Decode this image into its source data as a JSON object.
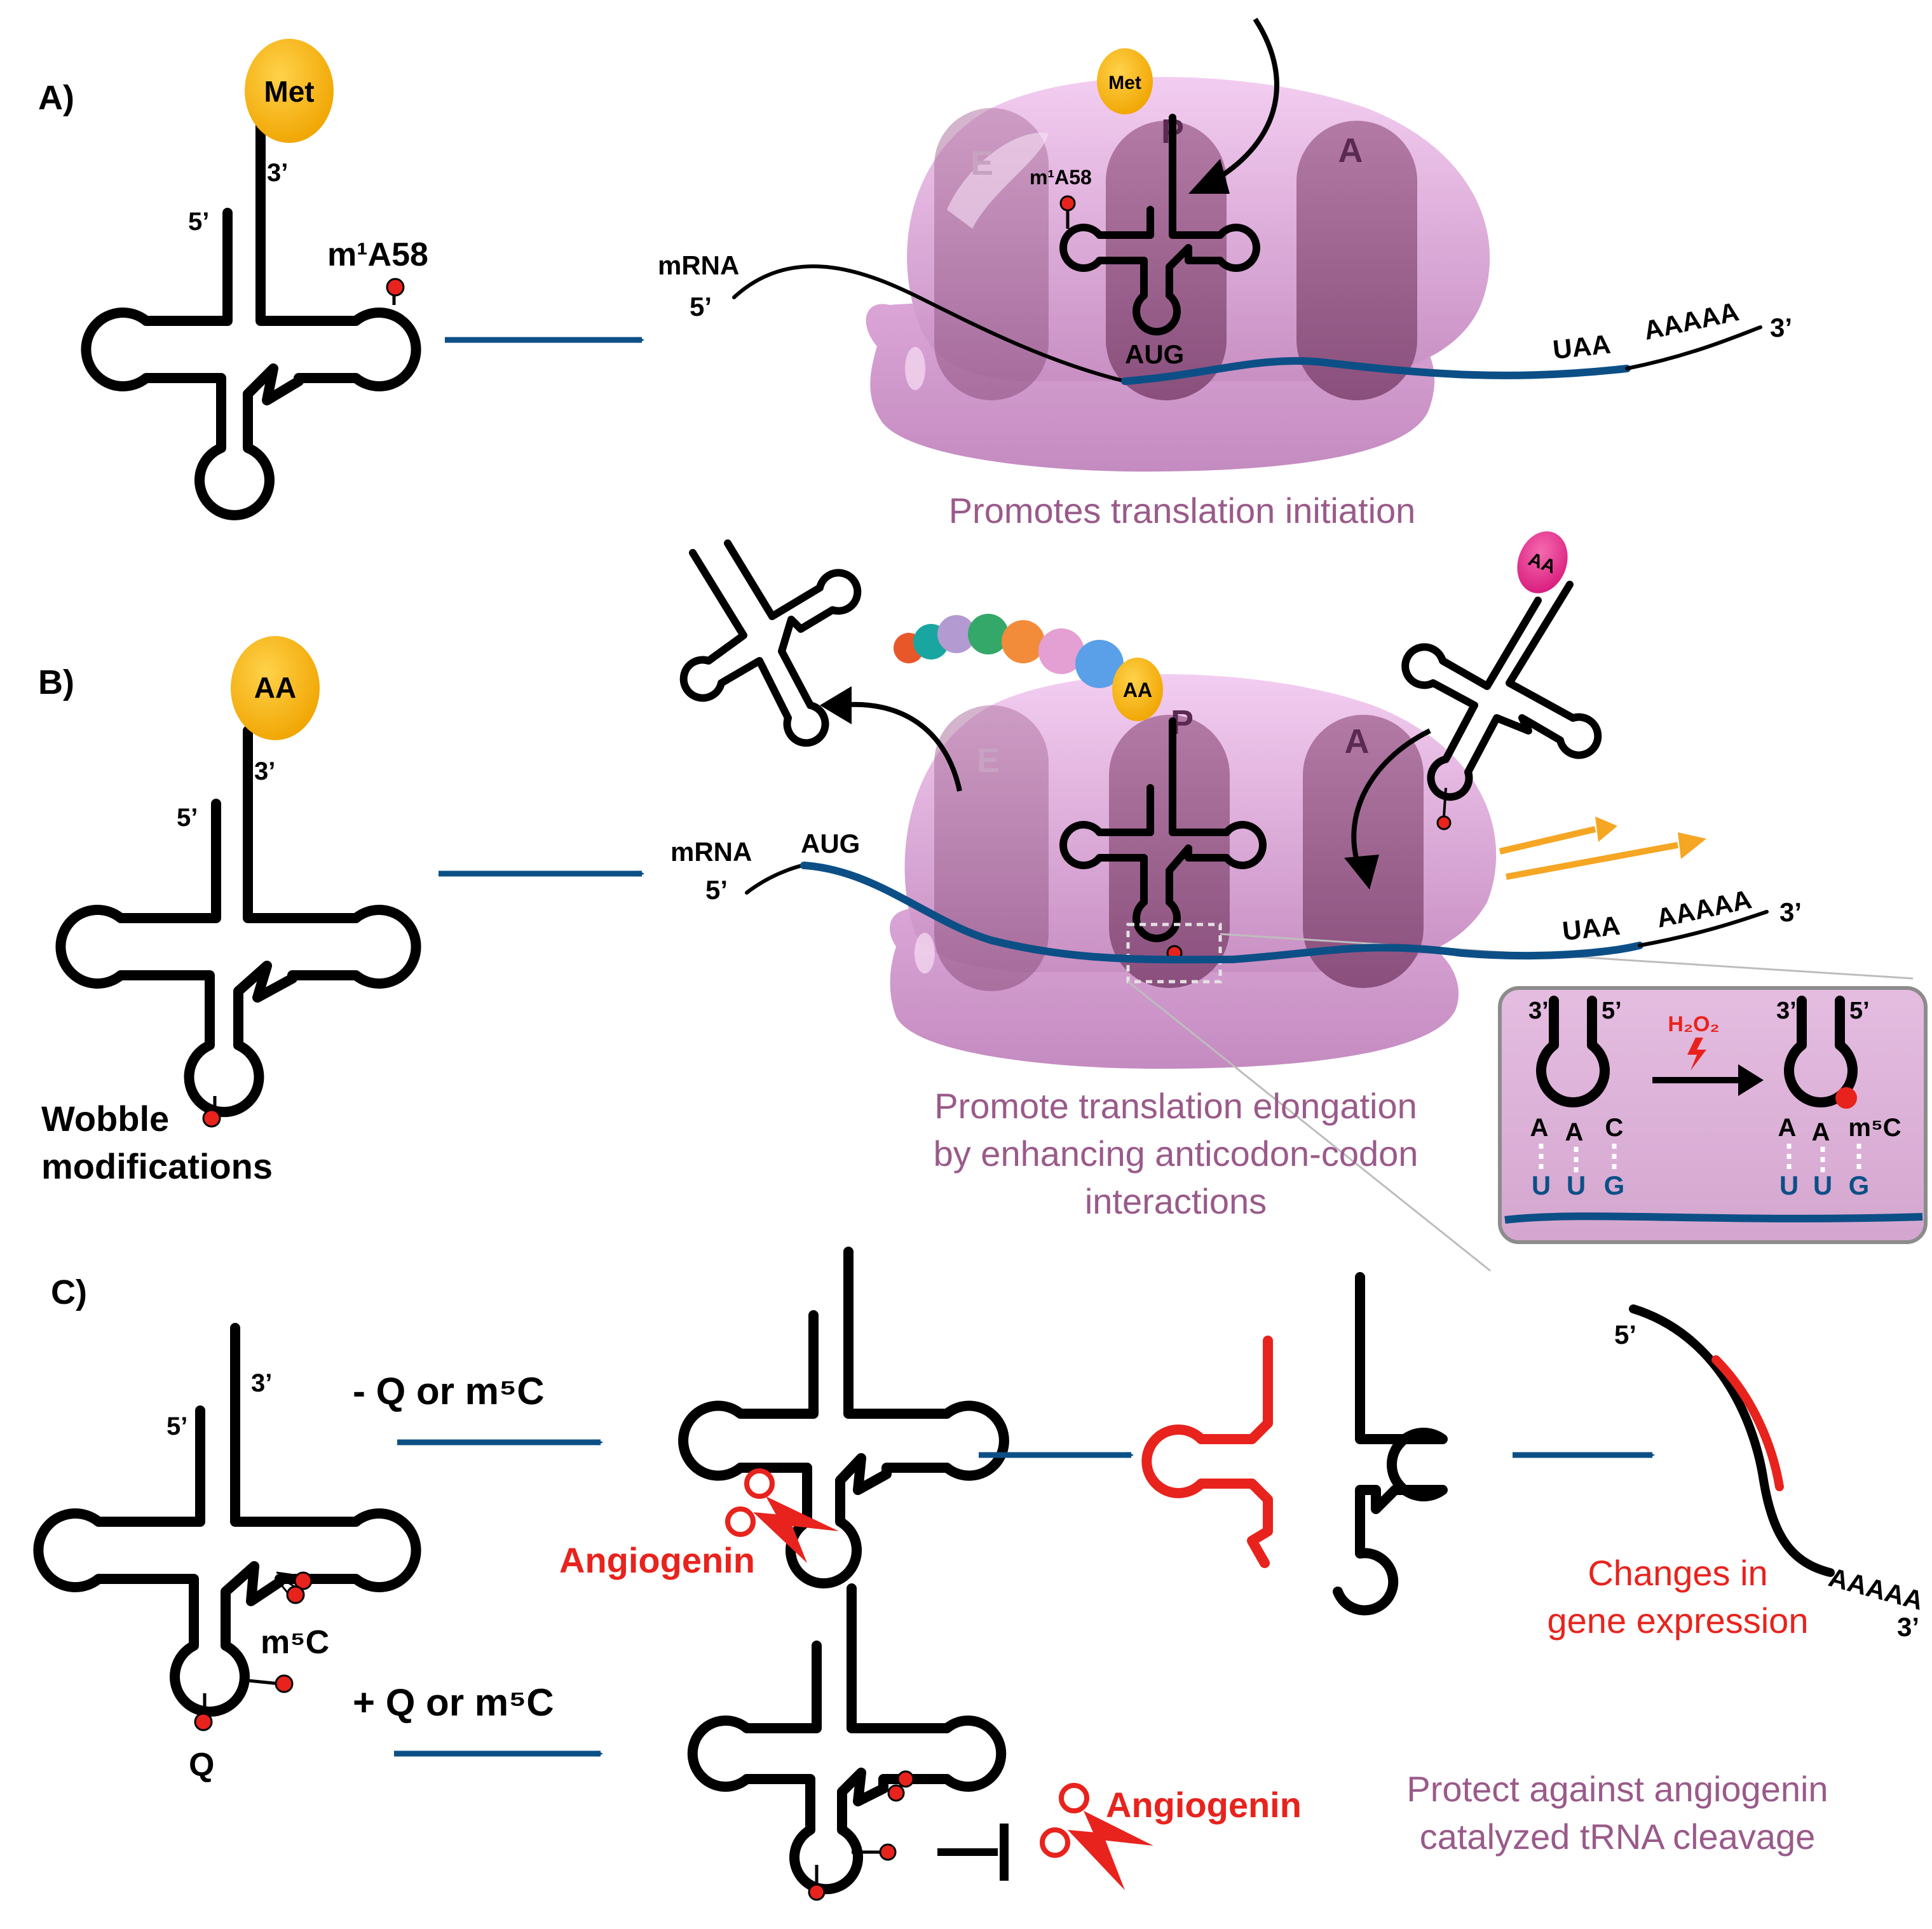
{
  "panels": {
    "a": {
      "label": "A)",
      "trna": {
        "amino_acid": "Met",
        "end5": "5’",
        "end3": "3’",
        "modification": "m¹A58"
      },
      "ribosome": {
        "site_e": "E",
        "site_p": "P",
        "site_a": "A",
        "amino_acid": "Met",
        "modification": "m¹A58",
        "mrna_label": "mRNA",
        "mrna_end5": "5’",
        "mrna_end3": "3’",
        "start_codon": "AUG",
        "stop_codon": "UAA",
        "polya": "AAAAA"
      },
      "caption": "Promotes translation initiation"
    },
    "b": {
      "label": "B)",
      "trna": {
        "amino_acid": "AA",
        "end5": "5’",
        "end3": "3’",
        "modification_line1": "Wobble",
        "modification_line2": "modifications"
      },
      "ribosome": {
        "site_e": "E",
        "site_p": "P",
        "site_a": "A",
        "amino_acid_p": "AA",
        "amino_acid_incoming": "AA",
        "mrna_label": "mRNA",
        "mrna_end5": "5’",
        "mrna_end3": "3’",
        "start_codon": "AUG",
        "stop_codon": "UAA",
        "polya": "AAAAA"
      },
      "inset": {
        "left_end3": "3’",
        "left_end5": "5’",
        "right_end3": "3’",
        "right_end5": "5’",
        "oxidant": "H₂O₂",
        "anticodon_left": [
          "A",
          "A",
          "C"
        ],
        "anticodon_right": [
          "A",
          "A",
          "m⁵C"
        ],
        "codon_left": [
          "U",
          "U",
          "G"
        ],
        "codon_right": [
          "U",
          "U",
          "G"
        ]
      },
      "caption_lines": [
        "Promote translation elongation",
        "by enhancing anticodon-codon",
        "interactions"
      ]
    },
    "c": {
      "label": "C)",
      "trna": {
        "end5": "5’",
        "end3": "3’",
        "mod_m5c": "m⁵C",
        "mod_q": "Q"
      },
      "minus_label": "- Q or m⁵C",
      "plus_label": "+ Q or m⁵C",
      "enzyme_top": "Angiogenin",
      "enzyme_bottom": "Angiogenin",
      "fragment_end5": "5’",
      "fragment_end3": "3’",
      "fragment_polya": "AAAAA",
      "result_lines": [
        "Changes in",
        "gene expression"
      ],
      "protect_lines": [
        "Protect against angiogenin",
        "catalyzed tRNA cleavage"
      ]
    }
  },
  "colors": {
    "arrow_blue": "#0c4f86",
    "ribosome_pink": "#e2b5e1",
    "ribosome_dark": "#a0648f",
    "amino_acid_gold": "#f7b500",
    "amino_acid_magenta": "#e0338a",
    "modification_red": "#e8231d",
    "caption_purple": "#9a5a8a",
    "accent_orange": "#f5a623"
  },
  "icons": [
    "scissors-icon",
    "inhibition-bar-icon",
    "lightning-icon"
  ]
}
